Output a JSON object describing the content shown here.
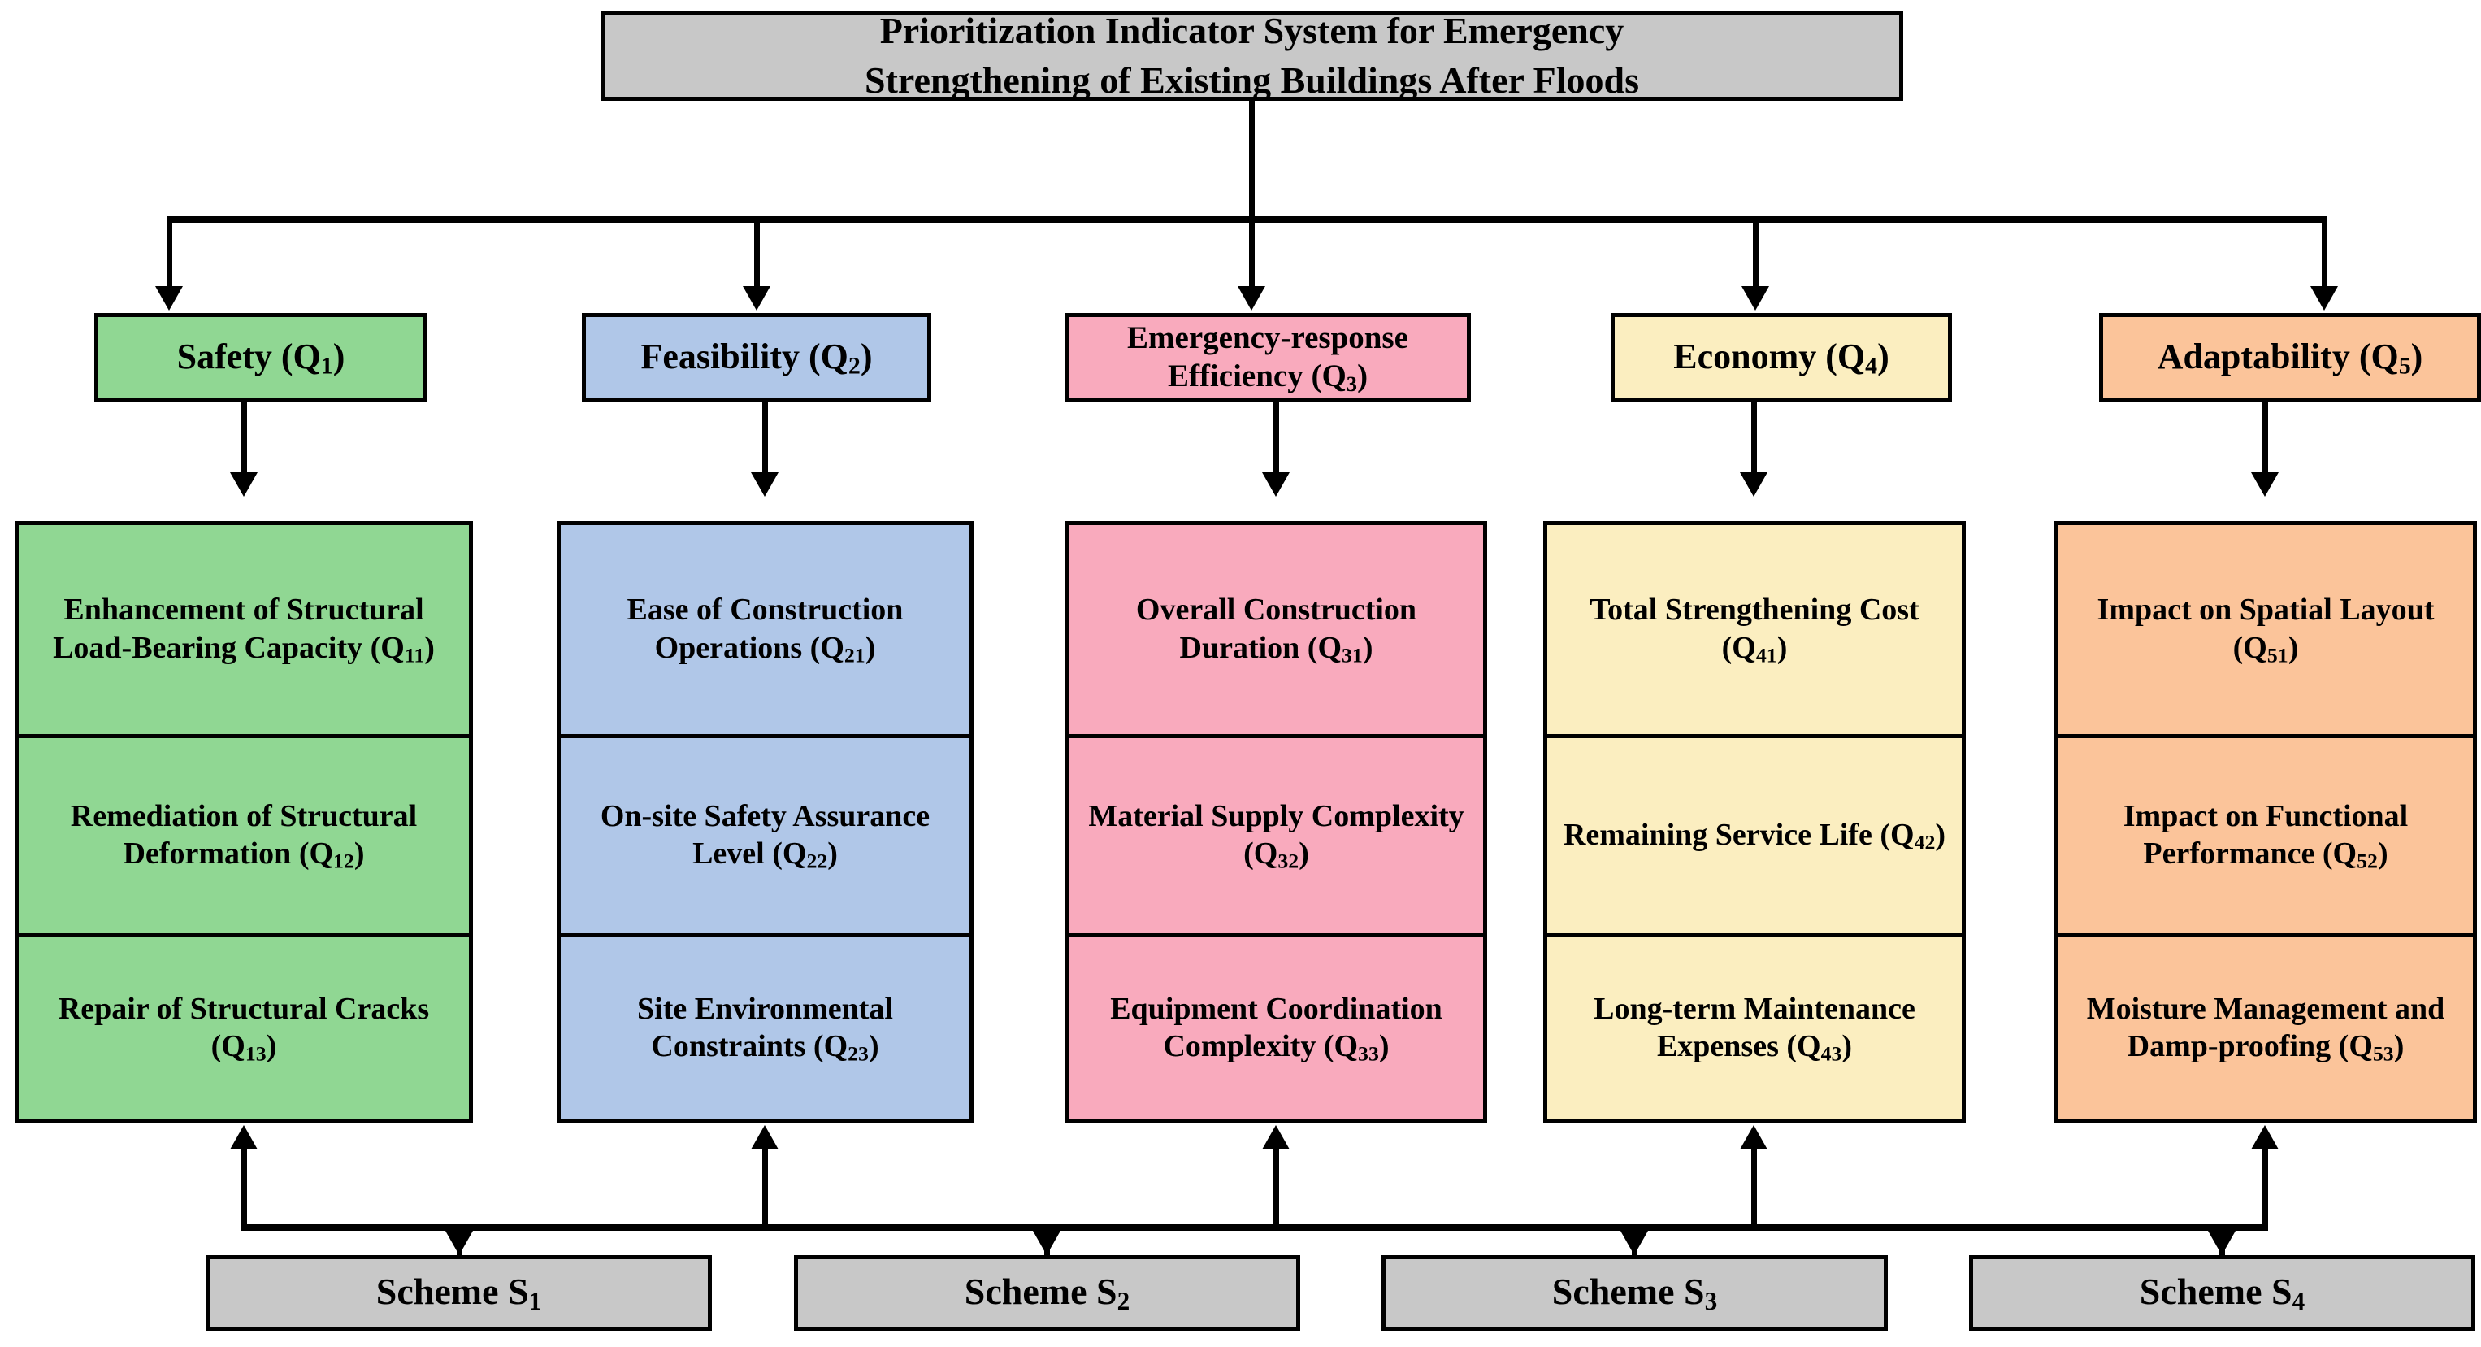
{
  "goal": {
    "label": "Prioritization Indicator System for Emergency Strengthening of Existing Buildings After Floods",
    "line1": "Prioritization Indicator System for Emergency",
    "line2": "Strengthening of Existing Buildings After Floods",
    "color": "#c8c8c8"
  },
  "criteria": [
    {
      "label": "Safety (Q",
      "code": "1",
      "tail": ")",
      "full": "Safety (Q1)",
      "color": "#90d793"
    },
    {
      "label": "Feasibility (Q",
      "code": "2",
      "tail": ")",
      "full": "Feasibility (Q2)",
      "color": "#b0c7e8"
    },
    {
      "label": "Emergency-response Efficiency (Q",
      "code": "3",
      "tail": ")",
      "full": "Emergency-response Efficiency (Q3)",
      "color": "#f9aabd"
    },
    {
      "label": "Economy (Q",
      "code": "4",
      "tail": ")",
      "full": "Economy (Q4)",
      "color": "#fbeec0"
    },
    {
      "label": "Adaptability (Q",
      "code": "5",
      "tail": ")",
      "full": "Adaptability (Q5)",
      "color": "#fbc49a"
    }
  ],
  "subcriteria": [
    {
      "parent": "Safety (Q1)",
      "color": "#90d793",
      "items": [
        {
          "text": "Enhancement of Structural Load-Bearing Capacity (Q",
          "code": "11",
          "tail": ")",
          "full": "Enhancement of Structural Load-Bearing Capacity (Q11)"
        },
        {
          "text": "Remediation of Structural Deformation (Q",
          "code": "12",
          "tail": ")",
          "full": "Remediation of Structural Deformation (Q12)"
        },
        {
          "text": "Repair of Structural Cracks (Q",
          "code": "13",
          "tail": ")",
          "full": "Repair of Structural Cracks (Q13)"
        }
      ]
    },
    {
      "parent": "Feasibility (Q2)",
      "color": "#b0c7e8",
      "items": [
        {
          "text": "Ease of Construction Operations (Q",
          "code": "21",
          "tail": ")",
          "full": "Ease of Construction Operations (Q21)"
        },
        {
          "text": "On-site Safety Assurance Level (Q",
          "code": "22",
          "tail": ")",
          "full": "On-site Safety Assurance Level (Q22)"
        },
        {
          "text": "Site Environmental Constraints (Q",
          "code": "23",
          "tail": ")",
          "full": "Site Environmental Constraints (Q23)"
        }
      ]
    },
    {
      "parent": "Emergency-response Efficiency (Q3)",
      "color": "#f9aabd",
      "items": [
        {
          "text": "Overall Construction Duration (Q",
          "code": "31",
          "tail": ")",
          "full": "Overall Construction Duration (Q31)"
        },
        {
          "text": "Material Supply Complexity (Q",
          "code": "32",
          "tail": ")",
          "full": "Material Supply Complexity (Q32)"
        },
        {
          "text": "Equipment Coordination Complexity (Q",
          "code": "33",
          "tail": ")",
          "full": "Equipment Coordination Complexity (Q33)"
        }
      ]
    },
    {
      "parent": "Economy (Q4)",
      "color": "#fbeec0",
      "items": [
        {
          "text": "Total Strengthening Cost (Q",
          "code": "41",
          "tail": ")",
          "full": "Total Strengthening Cost (Q41)"
        },
        {
          "text": "Remaining Service Life (Q",
          "code": "42",
          "tail": ")",
          "full": "Remaining Service Life (Q42)"
        },
        {
          "text": "Long-term Maintenance Expenses (Q",
          "code": "43",
          "tail": ")",
          "full": "Long-term Maintenance Expenses (Q43)"
        }
      ]
    },
    {
      "parent": "Adaptability (Q5)",
      "color": "#fbc49a",
      "items": [
        {
          "text": "Impact on Spatial Layout (Q",
          "code": "51",
          "tail": ")",
          "full": "Impact on Spatial Layout (Q51)"
        },
        {
          "text": "Impact on Functional Performance (Q",
          "code": "52",
          "tail": ")",
          "full": "Impact on Functional Performance (Q52)"
        },
        {
          "text": "Moisture Management and Damp-proofing (Q",
          "code": "53",
          "tail": ")",
          "full": "Moisture Management and Damp-proofing (Q53)"
        }
      ]
    }
  ],
  "schemes": [
    {
      "label": "Scheme S",
      "code": "1",
      "full": "Scheme S1",
      "color": "#c8c8c8"
    },
    {
      "label": "Scheme S",
      "code": "2",
      "full": "Scheme S2",
      "color": "#c8c8c8"
    },
    {
      "label": "Scheme S",
      "code": "3",
      "full": "Scheme S3",
      "color": "#c8c8c8"
    },
    {
      "label": "Scheme S",
      "code": "4",
      "full": "Scheme S4",
      "color": "#c8c8c8"
    }
  ],
  "colors": {
    "safety": "#90d793",
    "feasibility": "#b0c7e8",
    "emergency": "#f9aabd",
    "economy": "#fbeec0",
    "adaptability": "#fbc49a",
    "grey": "#c8c8c8",
    "stroke": "#000000"
  }
}
